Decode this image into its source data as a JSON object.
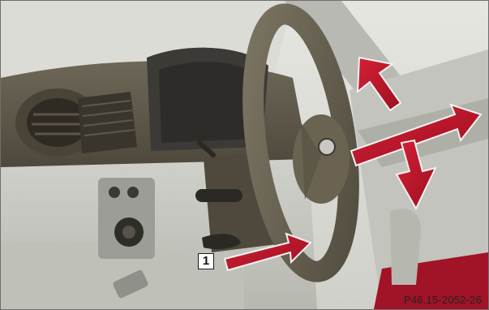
{
  "callout_label": "1",
  "figure_code": "P46.15-2052-26",
  "arrows": [
    {
      "name": "tilt-up-arrow",
      "meaning": "steering column tilts up"
    },
    {
      "name": "tilt-down-arrow",
      "meaning": "steering column tilts down"
    },
    {
      "name": "telescope-arrow",
      "meaning": "steering column moves in/out"
    },
    {
      "name": "lever-arrow",
      "meaning": "release lever movement"
    }
  ],
  "colors": {
    "arrow_fill": "#c4152a",
    "arrow_highlight": "#f2f2f2",
    "dashboard": "#5f584a",
    "wheel": "#6c6555",
    "background": "#c9cac3"
  }
}
